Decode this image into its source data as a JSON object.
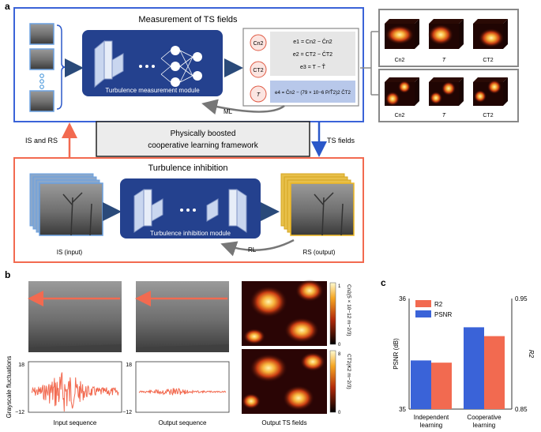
{
  "panel_a": {
    "letter": "a",
    "measurement_title": "Measurement of TS fields",
    "measurement_module": "Turbulence measurement module",
    "node_cn2": "Cn2",
    "node_t": "T",
    "node_ct2": "CT2",
    "eq_e1": "e1 = Cn2 − Ĉn2",
    "eq_e2": "e2 = CT2 − ĈT2",
    "eq_e3": "e3 = T − T̂",
    "eq_e4": "e4 = Ĉn2 − (79 × 10−6 P/T̂2)2 ĈT2",
    "ml": "ML",
    "framework_line1": "Physically boosted",
    "framework_line2": "cooperative learning framework",
    "is_and_rs": "IS and RS",
    "ts_fields": "TS fields",
    "inhibition_title": "Turbulence inhibition",
    "inhibition_module": "Turbulence inhibition module",
    "is_input": "IS (input)",
    "rs_output": "RS (output)",
    "rl": "RL",
    "cube_labels_top": [
      "Cn2",
      "T",
      "CT2"
    ],
    "cube_labels_bottom": [
      "Cn2",
      "T",
      "CT2"
    ]
  },
  "panel_b": {
    "letter": "b",
    "y_axis_label": "Grayscale fluctuations",
    "y_top": "18",
    "y_bottom": "−12",
    "input_label": "Input sequence",
    "output_label": "Output sequence",
    "ts_label": "Output TS fields",
    "cb1_label": "Cn2(5 × 10−12 m−2/3)",
    "cb1_max": "1",
    "cb1_min": "0",
    "cb2_label": "CT2(K2 m−2/3)",
    "cb2_max": "8",
    "cb2_min": "0",
    "colors": {
      "arrow": "#f26a50",
      "signal": "#f26a50"
    }
  },
  "chart_data": {
    "type": "bar",
    "categories": [
      "Independent learning",
      "Cooperative learning"
    ],
    "series": [
      {
        "name": "PSNR",
        "values": [
          35.44,
          35.74
        ],
        "axis": "left",
        "color": "#3a63d8"
      },
      {
        "name": "R2",
        "values": [
          0.892,
          0.916
        ],
        "axis": "right",
        "color": "#f26a50"
      }
    ],
    "ylabel": "PSNR (dB)",
    "ylim": [
      35,
      36
    ],
    "y_ticks": [
      "35",
      "36"
    ],
    "y2label": "R2",
    "y2lim": [
      0.85,
      0.95
    ],
    "y2_ticks": [
      "0.85",
      "0.95"
    ],
    "legend_position": "top-left"
  },
  "panel_c": {
    "letter": "c",
    "cat1_line1": "Independent",
    "cat1_line2": "learning",
    "cat2_line1": "Cooperative",
    "cat2_line2": "learning"
  }
}
